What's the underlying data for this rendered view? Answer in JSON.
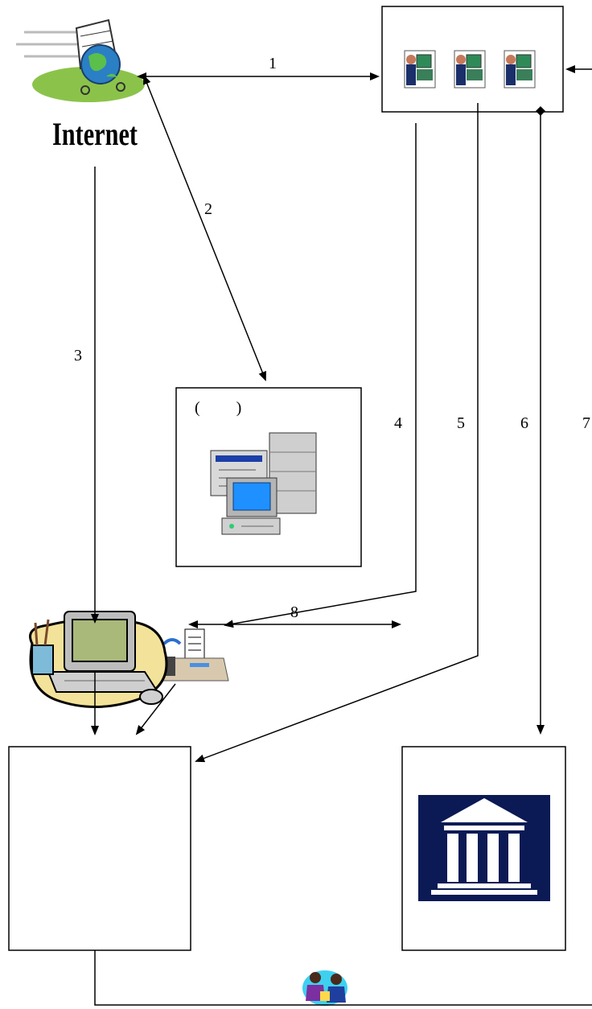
{
  "internet_label": "Internet",
  "edge_labels": {
    "e1": "1",
    "e2": "2",
    "e3": "3",
    "e4": "4",
    "e5": "5",
    "e6": "6",
    "e7": "7",
    "e8": "8"
  },
  "server_box_label": "(         )",
  "colors": {
    "line": "#000000",
    "bank_navy": "#0b1a55",
    "monitor_screen": "#1e90ff",
    "grass": "#8bc34a",
    "blob": "#f3e29a"
  },
  "icons": {
    "internet": "globe-shopping-cart-icon",
    "operators": "operator-workstation-icon",
    "server": "server-workstation-icon",
    "email": "envelope-icon",
    "fax": "fax-machine-icon",
    "client_pc": "desktop-computer-icon",
    "bank": "bank-building-icon",
    "meeting": "people-handshake-icon"
  }
}
